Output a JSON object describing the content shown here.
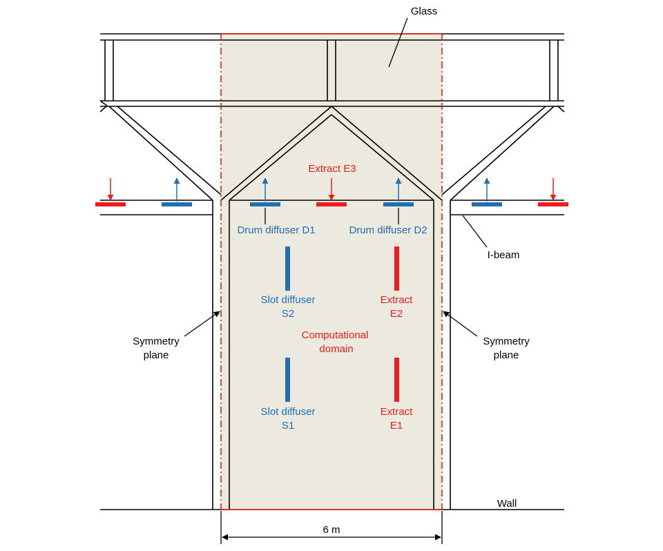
{
  "colors": {
    "supply": "#1f6fb5",
    "extract": "#ee1c1c",
    "domain_fill": "#ece9df",
    "outline": "#000000"
  },
  "labels": {
    "glass": "Glass",
    "extract_e3": "Extract E3",
    "drum_d1": "Drum diffuser D1",
    "drum_d2": "Drum diffuser D2",
    "i_beam": "I-beam",
    "slot_s2_line1": "Slot diffuser",
    "slot_s2_line2": "S2",
    "extract_e2_line1": "Extract",
    "extract_e2_line2": "E2",
    "computational_line1": "Computational",
    "computational_line2": "domain",
    "symmetry_left_line1": "Symmetry",
    "symmetry_left_line2": "plane",
    "symmetry_right_line1": "Symmetry",
    "symmetry_right_line2": "plane",
    "slot_s1_line1": "Slot diffuser",
    "slot_s1_line2": "S1",
    "extract_e1_line1": "Extract",
    "extract_e1_line2": "E1",
    "wall": "Wall",
    "dimension": "6 m"
  }
}
